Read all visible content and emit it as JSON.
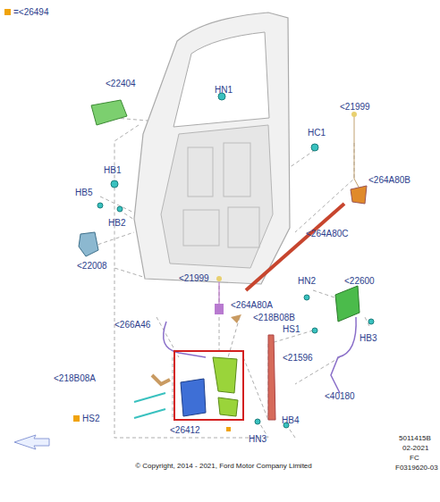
{
  "diagram": {
    "labels": [
      "<22404",
      "HN1",
      "<21999",
      "HC1",
      "HB1",
      "HB5",
      "<264A80B",
      "HB2",
      "<22008",
      "<264A80C",
      "<21999",
      "HN2",
      "<22600",
      "<264A80A",
      "<218B08B",
      "<266A46",
      "HS1",
      "HB3",
      "<21596",
      "<218B08A",
      "<40180",
      "HS2",
      "<26412",
      "HN3",
      "HB4",
      "5011415B",
      "02-2021",
      "FC",
      "F0319620-03",
      "© Copyright, 2014 - 2021, Ford Motor Company Limited"
    ],
    "legend": [
      {
        "text": "=<26494",
        "color": "#f0a30a"
      }
    ]
  }
}
